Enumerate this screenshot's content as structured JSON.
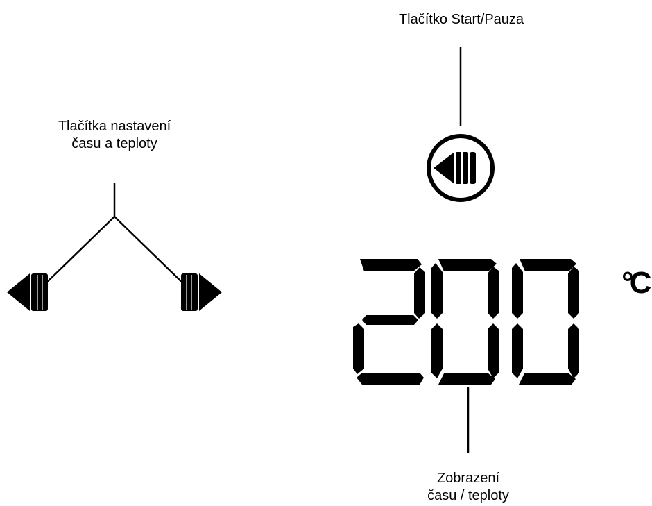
{
  "labels": {
    "adjust_buttons": "Tlačítka nastavení\nčasu a teploty",
    "start_pause": "Tlačítko Start/Pauza",
    "display": "Zobrazení\nčasu / teploty"
  },
  "display": {
    "value": "200",
    "unit": "°C"
  },
  "icons": {
    "decrease": "arrow-left-icon",
    "increase": "arrow-right-icon",
    "start_pause": "start-pause-icon"
  }
}
